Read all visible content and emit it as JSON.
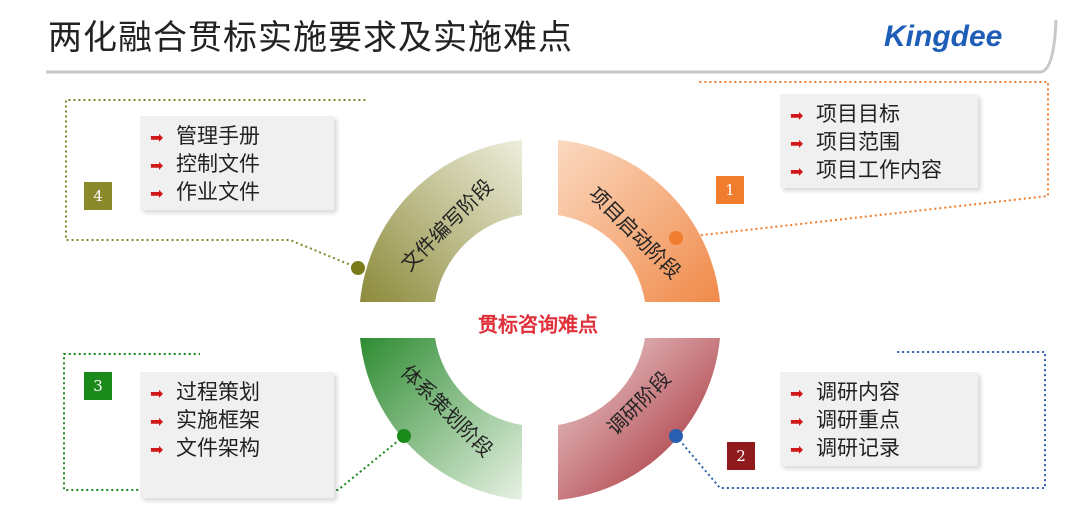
{
  "header": {
    "title": "两化融合贯标实施要求及实施难点",
    "logo_text": "Kingdee"
  },
  "center_label": "贯标咨询难点",
  "phases": [
    {
      "number": "1",
      "name": "项目启动阶段",
      "color": "#f07d2e",
      "items": [
        "项目目标",
        "项目范围",
        "项目工作内容"
      ]
    },
    {
      "number": "2",
      "name": "调研阶段",
      "color": "#9a1a1e",
      "items": [
        "调研内容",
        "调研重点",
        "调研记录"
      ]
    },
    {
      "number": "3",
      "name": "体系策划阶段",
      "color": "#1a8a1a",
      "items": [
        "过程策划",
        "实施框架",
        "文件架构"
      ]
    },
    {
      "number": "4",
      "name": "文件编写阶段",
      "color": "#8a8a2a",
      "items": [
        "管理手册",
        "控制文件",
        "作业文件"
      ]
    }
  ],
  "colors": {
    "arrow": "#d01818",
    "center_text": "#e0303a",
    "logo": "#1e5eb8",
    "dot_blue": "#2a5fb0"
  }
}
